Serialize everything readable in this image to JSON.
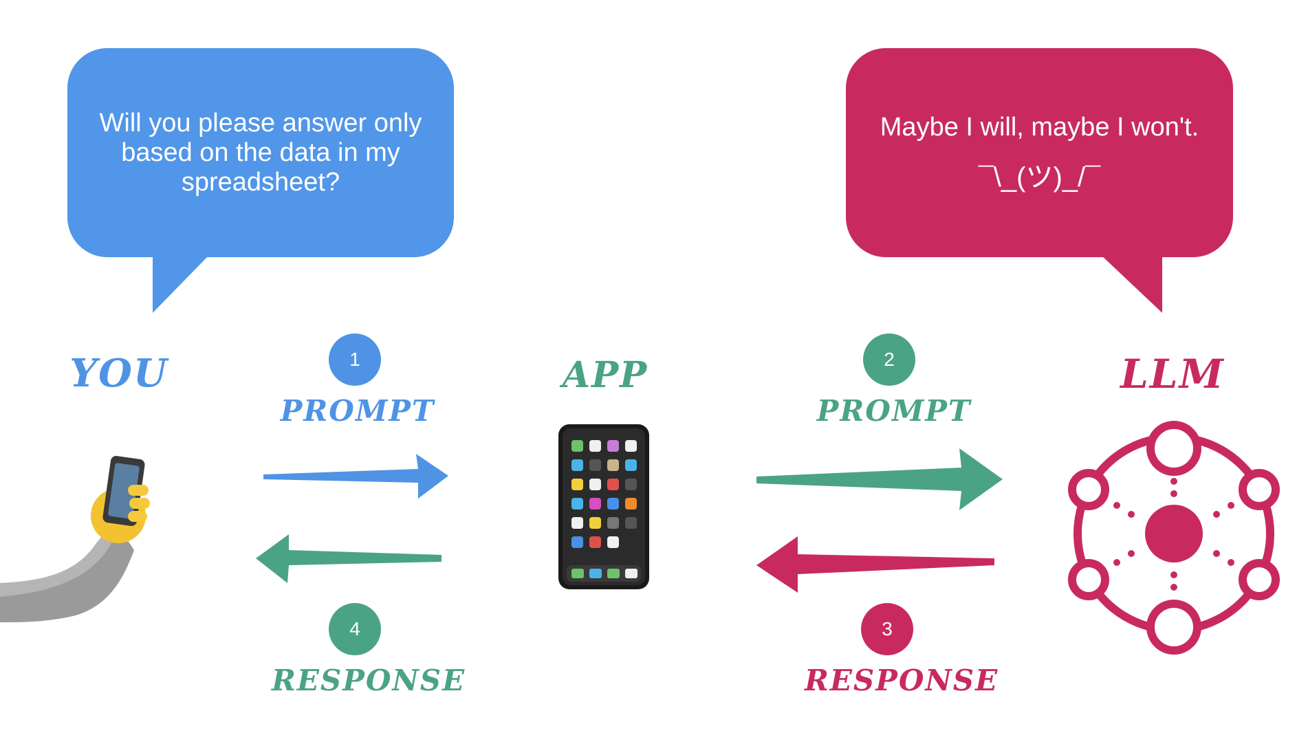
{
  "bubbles": {
    "user": {
      "text": "Will you please answer only based on the data in my spreadsheet?",
      "color": "#5196e8"
    },
    "llm": {
      "text": "Maybe I will, maybe I won't.",
      "shrug": "¯\\_(ツ)_/¯",
      "color": "#c82a60"
    }
  },
  "actors": {
    "you": {
      "label": "YOU",
      "icon": "selfie-hand-phone-icon",
      "color": "#4f93e5"
    },
    "app": {
      "label": "APP",
      "icon": "mobile-phone-icon",
      "color": "#4ba386"
    },
    "llm": {
      "label": "LLM",
      "icon": "neural-network-icon",
      "color": "#c82a60"
    }
  },
  "steps": [
    {
      "number": "1",
      "label": "PROMPT",
      "color": "#4f93e5"
    },
    {
      "number": "2",
      "label": "PROMPT",
      "color": "#4ba386"
    },
    {
      "number": "3",
      "label": "RESPONSE",
      "color": "#c82a60"
    },
    {
      "number": "4",
      "label": "RESPONSE",
      "color": "#4ba386"
    }
  ]
}
